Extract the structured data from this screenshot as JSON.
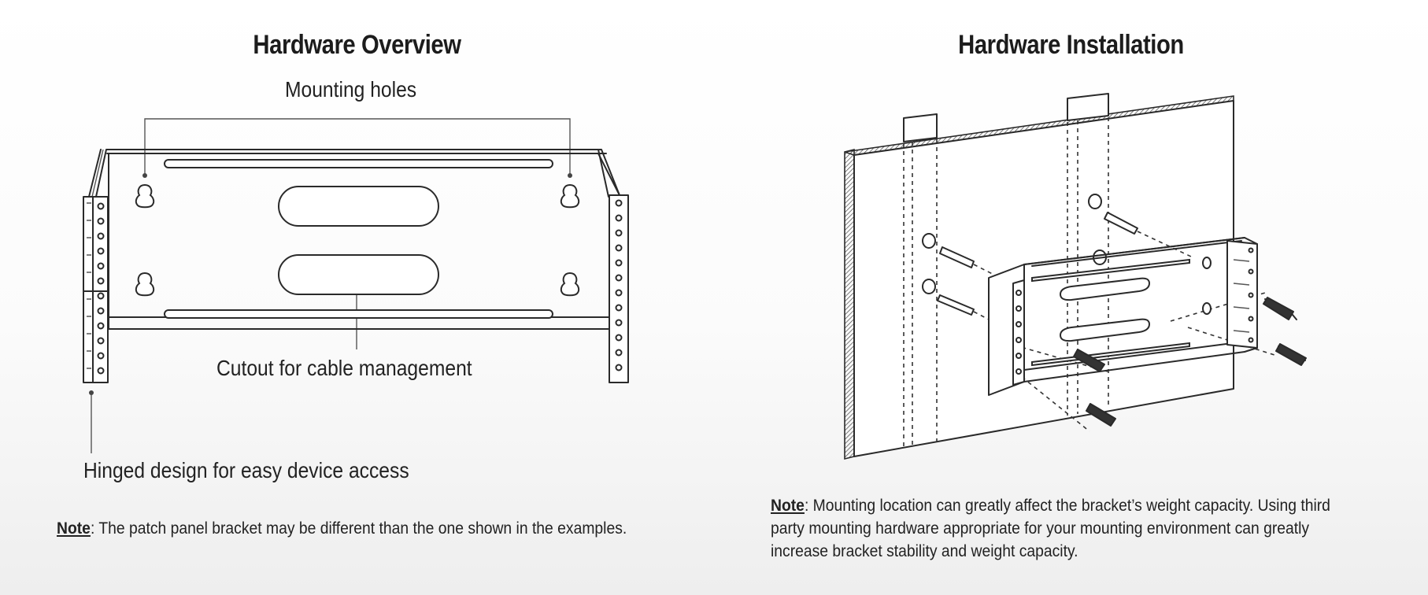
{
  "left": {
    "title": "Hardware Overview",
    "callouts": {
      "mounting_holes": "Mounting holes",
      "cutout": "Cutout for cable management",
      "hinged": "Hinged design for easy device access"
    },
    "note": {
      "label": "Note",
      "text": ": The patch panel bracket may be different than the one shown in the examples."
    }
  },
  "right": {
    "title": "Hardware Installation",
    "note": {
      "label": "Note",
      "text": ": Mounting location can greatly affect the bracket’s weight capacity. Using third party mounting hardware appropriate for your mounting environment can greatly increase bracket stability and weight capacity."
    }
  },
  "colors": {
    "line": "#2a2a2a",
    "text": "#222222",
    "background": "#ffffff"
  },
  "icons": [
    "bracket-illustration",
    "wall-installation-illustration",
    "screw-icon",
    "wall-anchor-icon"
  ]
}
